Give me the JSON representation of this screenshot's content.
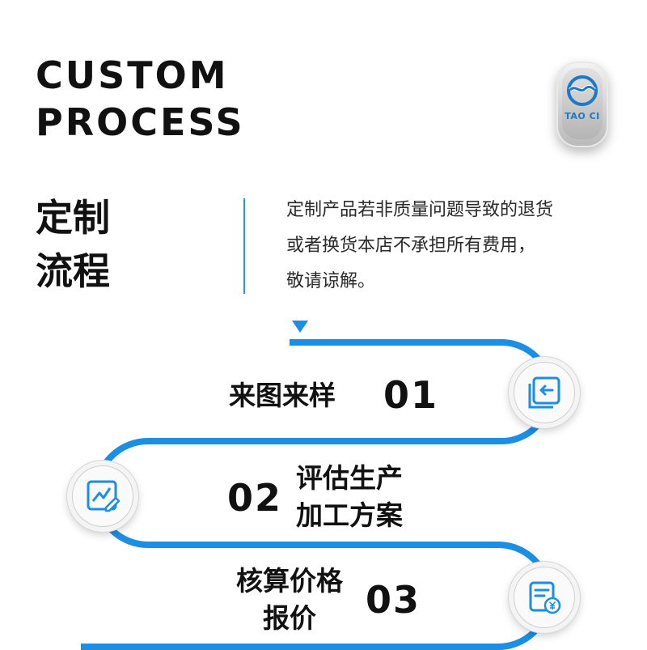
{
  "header": {
    "title_line1": "CUSTOM",
    "title_line2": "PROCESS",
    "logo_text": "TAO CI"
  },
  "intro": {
    "heading_line1": "定制",
    "heading_line2": "流程",
    "notice_lines": [
      "定制产品若非质量问题导致的退货",
      "或者换货本店不承担所有费用，",
      "敬请谅解。"
    ]
  },
  "steps": [
    {
      "number": "01",
      "label_lines": [
        "来图来样"
      ],
      "icon": "image-import-icon"
    },
    {
      "number": "02",
      "label_lines": [
        "评估生产",
        "加工方案"
      ],
      "icon": "edit-chart-icon"
    },
    {
      "number": "03",
      "label_lines": [
        "核算价格",
        "报价"
      ],
      "icon": "price-document-icon"
    }
  ],
  "colors": {
    "accent": "#1a8fe3",
    "text": "#111111"
  }
}
